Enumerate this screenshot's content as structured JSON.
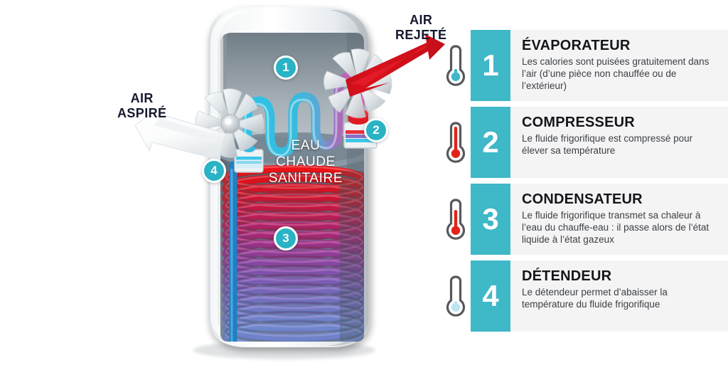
{
  "diagram": {
    "air_out_label": "AIR\nREJETÉ",
    "air_in_label": "AIR\nASPIRÉ",
    "tank_label": "EAU\nCHAUDE\nSANITAIRE",
    "badges": [
      {
        "number": "1",
        "refers_to": "ÉVAPORATEUR"
      },
      {
        "number": "2",
        "refers_to": "COMPRESSEUR"
      },
      {
        "number": "3",
        "refers_to": "CONDENSATEUR"
      },
      {
        "number": "4",
        "refers_to": "DÉTENDEUR"
      }
    ],
    "colors": {
      "accent_teal": "#3fb8c8",
      "badge_teal": "#29b3c4",
      "arrow_out_red": "#cf1020",
      "arrow_in_white": "#ffffff",
      "coil_hot": "#e8121b",
      "coil_mid": "#c0327e",
      "coil_cold": "#7f8fd0",
      "pipe_cold": "#36bcdd",
      "pipe_hot": "#c05aa8",
      "panel_bg": "#f4f4f4",
      "label_dark": "#15192e"
    }
  },
  "steps": [
    {
      "number": "1",
      "title": "ÉVAPORATEUR",
      "description": "Les calories sont puisées gratuitement dans l’air (d’une pièce non chauffée ou de l’extérieur)",
      "thermometer": {
        "icon": "thermometer-icon",
        "level": "low",
        "fill_color": "#3fb8c8",
        "fill_percent": 0
      }
    },
    {
      "number": "2",
      "title": "COMPRESSEUR",
      "description": "Le fluide frigorifique est compressé pour élever sa température",
      "thermometer": {
        "icon": "thermometer-icon",
        "level": "high",
        "fill_color": "#e2231a",
        "fill_percent": 100
      }
    },
    {
      "number": "3",
      "title": "CONDENSATEUR",
      "description": "Le fluide frigorifique transmet sa chaleur à l’eau du chauffe-eau : il passe alors de l’état liquide à l’état gazeux",
      "thermometer": {
        "icon": "thermometer-icon",
        "level": "medium-high",
        "fill_color": "#e2231a",
        "fill_percent": 62
      }
    },
    {
      "number": "4",
      "title": "DÉTENDEUR",
      "description": "Le détendeur permet d’abaisser la température du fluide frigorifique",
      "thermometer": {
        "icon": "thermometer-icon",
        "level": "lowest",
        "fill_color": "#bfe4f2",
        "fill_percent": 0
      }
    }
  ]
}
